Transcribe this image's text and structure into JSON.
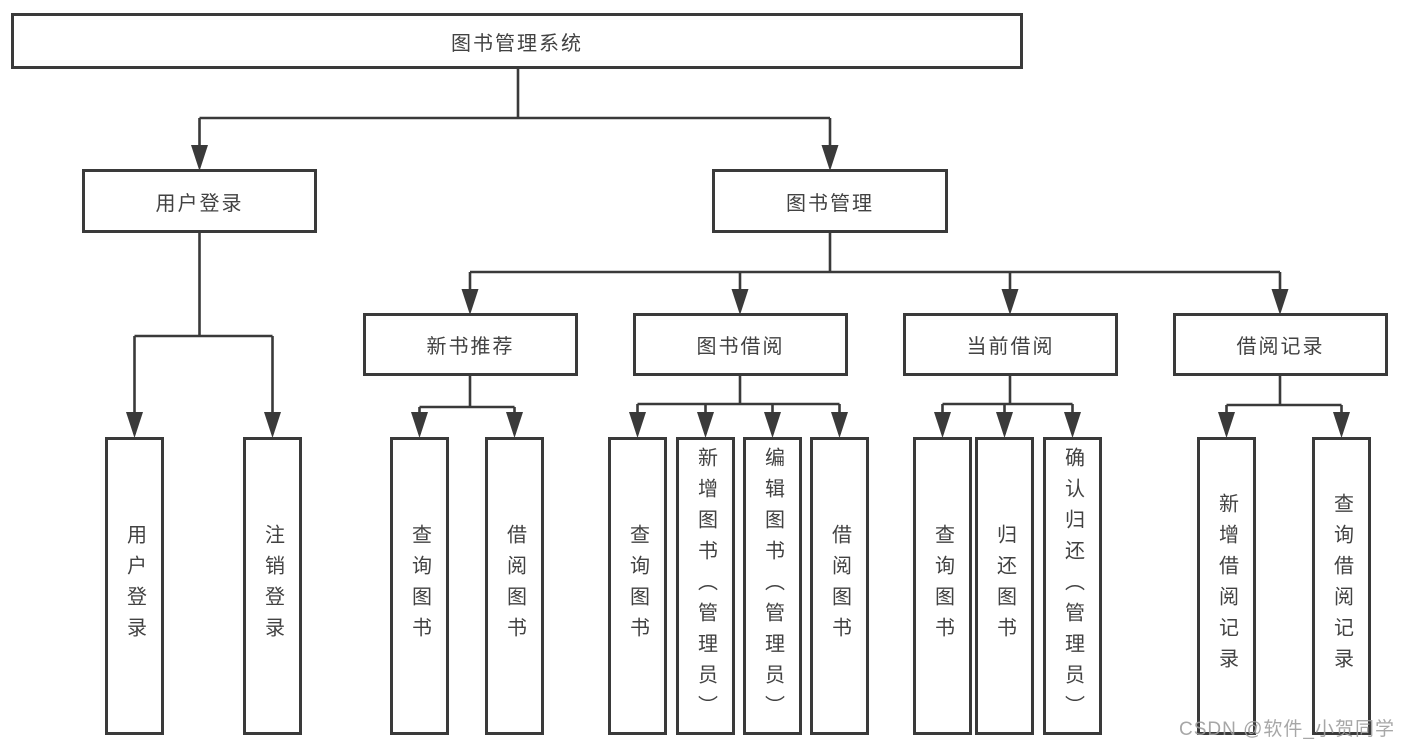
{
  "diagram": {
    "root": {
      "label": "图书管理系统"
    },
    "level2": [
      {
        "label": "用户登录"
      },
      {
        "label": "图书管理"
      }
    ],
    "level3": [
      {
        "label": "新书推荐"
      },
      {
        "label": "图书借阅"
      },
      {
        "label": "当前借阅"
      },
      {
        "label": "借阅记录"
      }
    ],
    "leaves": [
      {
        "label": "用户登录"
      },
      {
        "label": "注销登录"
      },
      {
        "label": "查询图书"
      },
      {
        "label": "借阅图书"
      },
      {
        "label": "查询图书"
      },
      {
        "label": "新增图书（管理员）"
      },
      {
        "label": "编辑图书（管理员）"
      },
      {
        "label": "借阅图书"
      },
      {
        "label": "查询图书"
      },
      {
        "label": "归还图书"
      },
      {
        "label": "确认归还（管理员）"
      },
      {
        "label": "新增借阅记录"
      },
      {
        "label": "查询借阅记录"
      }
    ]
  },
  "watermark": {
    "text": "CSDN @软件_小贺同学"
  },
  "colors": {
    "line": "#3a3a3a",
    "text": "#424242",
    "watermark": "#9e9e9e",
    "background": "#ffffff"
  }
}
